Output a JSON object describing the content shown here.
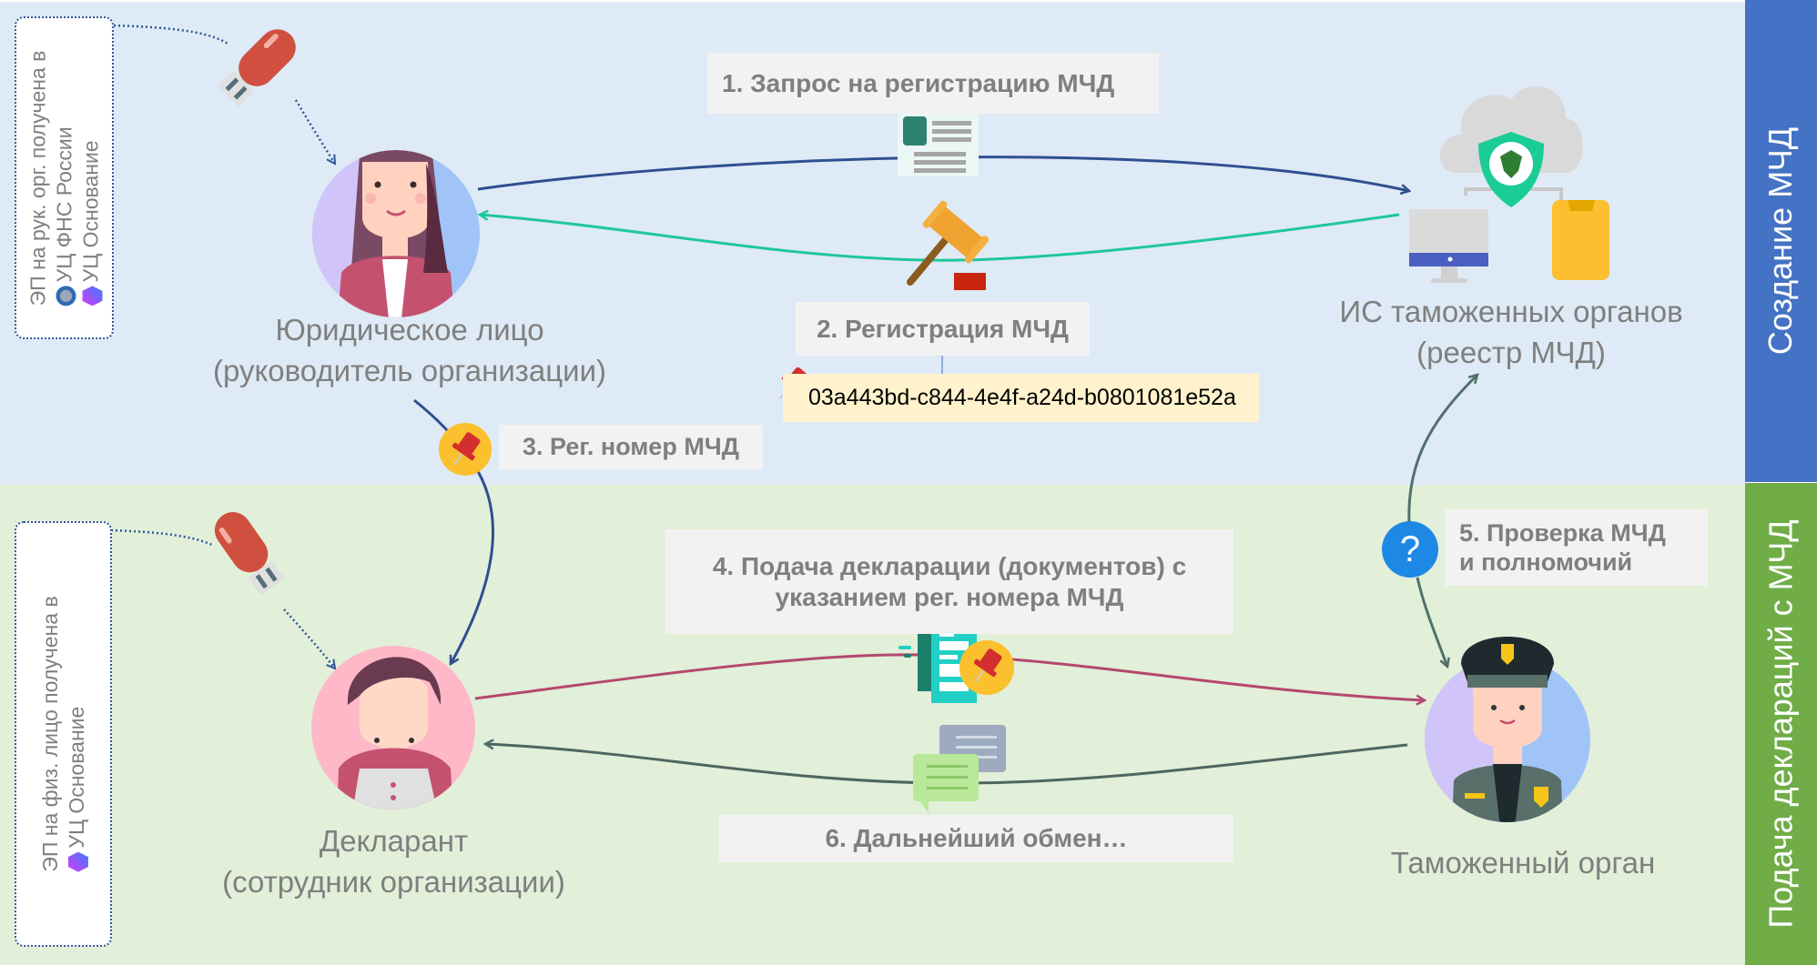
{
  "zones": {
    "top": {
      "title": "Создание МЧД",
      "color": "#4472C4",
      "background": "#DEEAF6"
    },
    "bottom": {
      "title": "Подача деклараций с МЧД",
      "color": "#70AD47",
      "background": "#E2EFD9"
    }
  },
  "signature_notes": [
    {
      "lines": [
        "ЭП на рук. орг. получена в",
        "УЦ ФНС России",
        "УЦ Основание"
      ],
      "icons": [
        "fns-logo-icon",
        "osnovanie-logo-icon"
      ]
    },
    {
      "lines": [
        "ЭП на физ. лицо получена в",
        "УЦ Основание"
      ],
      "icons": [
        "osnovanie-logo-icon"
      ]
    }
  ],
  "actors": {
    "legal_entity": {
      "line1": "Юридическое лицо",
      "line2": "(руководитель организации)"
    },
    "customs_is": {
      "line1": "ИС таможенных органов",
      "line2": "(реестр МЧД)"
    },
    "declarant": {
      "line1": "Декларант",
      "line2": "(сотрудник организации)"
    },
    "customs_body": {
      "line1": "Таможенный орган"
    }
  },
  "steps": [
    {
      "id": 1,
      "label": "1. Запрос на регистрацию МЧД",
      "color": "#2F4F8F"
    },
    {
      "id": 2,
      "label": "2. Регистрация МЧД",
      "color": "#1FC79A"
    },
    {
      "id": 3,
      "label": "3. Рег. номер МЧД",
      "color": "#2F4F8F"
    },
    {
      "id": 4,
      "label_line1": "4. Подача декларации (документов) с",
      "label_line2": "указанием рег. номера МЧД",
      "color": "#B5486E"
    },
    {
      "id": 5,
      "label_line1": "5. Проверка МЧД",
      "label_line2": "и полномочий",
      "color": "#52706A"
    },
    {
      "id": 6,
      "label": "6. Дальнейший обмен…",
      "color": "#4F6560"
    }
  ],
  "registration_number": "03a443bd-c844-4e4f-a24d-b0801081e52a",
  "question_mark": "?"
}
